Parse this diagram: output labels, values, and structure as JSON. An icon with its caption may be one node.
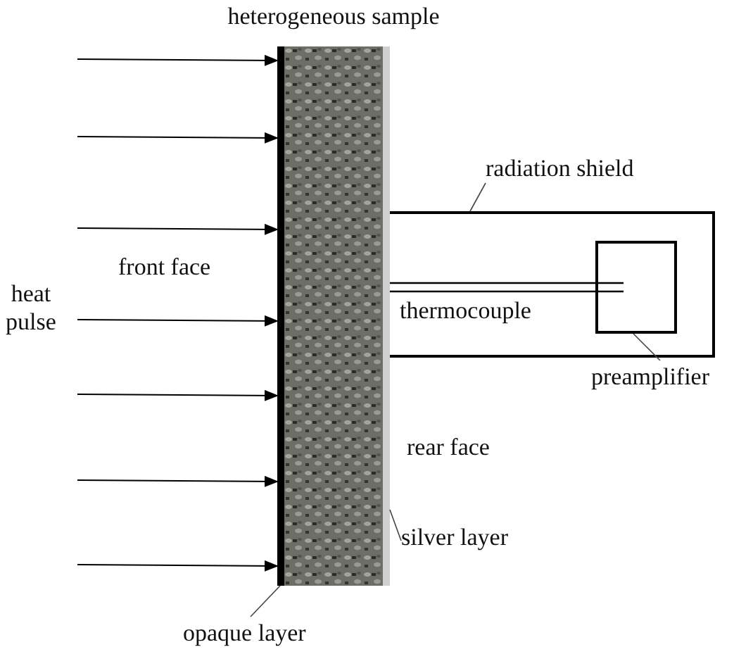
{
  "diagram": {
    "nodes": [
      {
        "text": [
          "heterogeneous sample"
        ]
      },
      {
        "text": [],
        "shape": "bar"
      },
      {
        "text": [],
        "shape": "bar"
      },
      {
        "text": [
          "opaque layer"
        ]
      },
      {
        "text": [
          "silver layer"
        ]
      },
      {
        "text": [
          "radiation shield"
        ]
      },
      {
        "text": [],
        "shape": "box"
      },
      {
        "text": [],
        "shape": "box",
        "in": 6
      },
      {
        "text": [
          "preamplifier"
        ]
      }
    ],
    "edges": [
      {
        "from": null,
        "to": 1,
        "arrow": "to"
      },
      {
        "from": null,
        "to": 1,
        "arrow": "to"
      },
      {
        "from": null,
        "to": 1,
        "arrow": "to"
      },
      {
        "from": null,
        "to": 1,
        "arrow": "to"
      },
      {
        "from": null,
        "to": 1,
        "arrow": "to"
      },
      {
        "from": null,
        "to": 1,
        "arrow": "to"
      },
      {
        "from": null,
        "to": 1,
        "arrow": "to"
      },
      {
        "from": 3,
        "to": 1,
        "arrow": "none"
      },
      {
        "from": 4,
        "to": 2,
        "arrow": "none"
      },
      {
        "from": 5,
        "to": 6,
        "arrow": "none"
      },
      {
        "from": 8,
        "to": 7,
        "arrow": "none"
      },
      {
        "from": 2,
        "to": 7,
        "arrow": "none"
      }
    ],
    "labels": [
      "heat pulse",
      "front face",
      "rear face",
      "thermocouple"
    ]
  }
}
